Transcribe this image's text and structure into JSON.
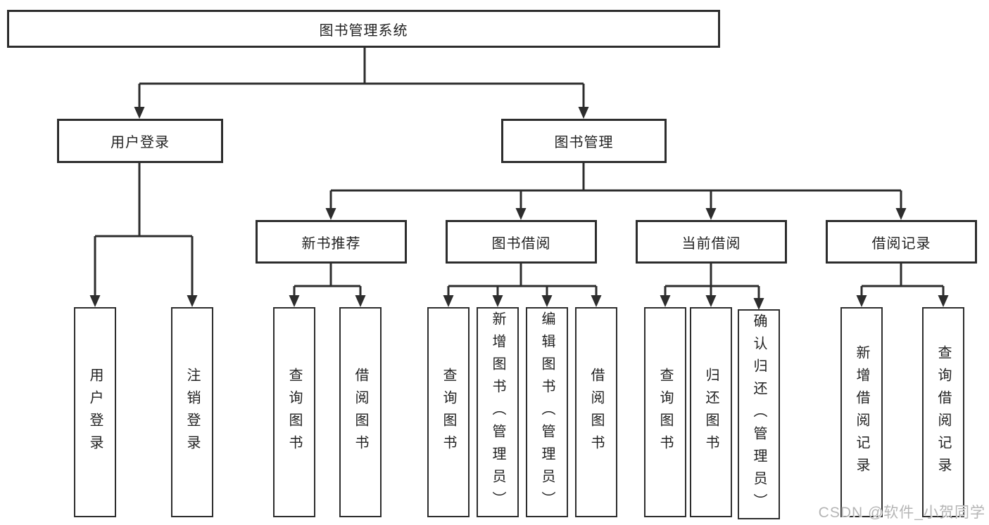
{
  "tree": {
    "root": "图书管理系统",
    "login": {
      "label": "用户登录",
      "leaves": [
        "用户登录",
        "注销登录"
      ]
    },
    "manage": {
      "label": "图书管理",
      "groups": [
        {
          "label": "新书推荐",
          "leaves": [
            "查询图书",
            "借阅图书"
          ]
        },
        {
          "label": "图书借阅",
          "leaves": [
            "查询图书",
            "新增图书（管理员）",
            "编辑图书（管理员）",
            "借阅图书"
          ]
        },
        {
          "label": "当前借阅",
          "leaves": [
            "查询图书",
            "归还图书",
            "确认归还（管理员）"
          ]
        },
        {
          "label": "借阅记录",
          "leaves": [
            "新增借阅记录",
            "查询借阅记录"
          ]
        }
      ]
    }
  },
  "watermark": "CSDN @软件_小贺同学",
  "colors": {
    "line": "#2d2d2d",
    "box_background": "#ffffff",
    "text": "#222222",
    "watermark": "#b5b5b5"
  }
}
